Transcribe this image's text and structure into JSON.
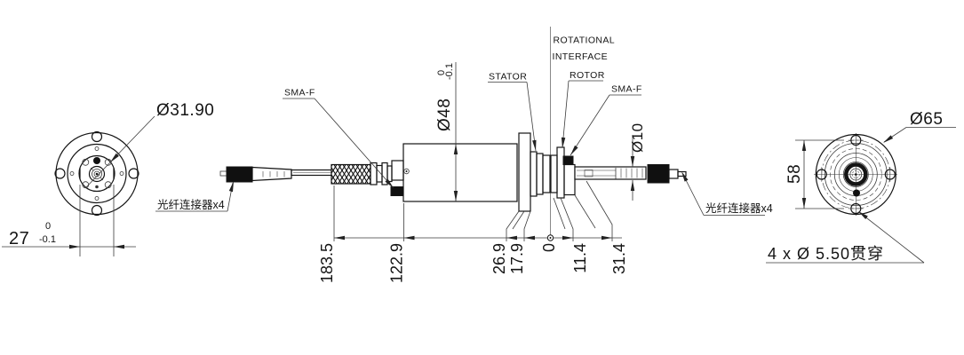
{
  "left_view": {
    "diameter_label": "Ø31.90",
    "width_value": "27",
    "width_tol_upper": "0",
    "width_tol_lower": "-0.1",
    "fiber_label": "光纤连接器x4"
  },
  "side_view": {
    "sma_left": "SMA-F",
    "sma_right": "SMA-F",
    "body_dia": "Ø48",
    "body_dia_tol_upper": "0",
    "body_dia_tol_lower": "-0.1",
    "stator_label": "STATOR",
    "rotational_line1": "ROTATIONAL",
    "rotational_line2": "INTERFACE",
    "rotor_label": "ROTOR",
    "shaft_dia": "Ø10",
    "fiber_label": "光纤连接器x4",
    "ordinates": [
      "183.5",
      "122.9",
      "26.9",
      "17.9",
      "0",
      "11.4",
      "31.4"
    ]
  },
  "right_view": {
    "outer_dia": "Ø65",
    "bolt_spacing": "58",
    "holes_note": "4 x Ø 5.50贯穿"
  }
}
